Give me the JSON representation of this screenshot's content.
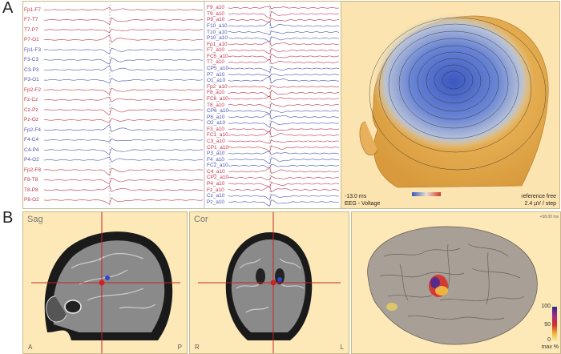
{
  "panel_a": {
    "letter": "A",
    "left_channels": [
      "Fp1-F7",
      "F7-T7",
      "T7-P7",
      "P7-O1",
      "Fp1-F3",
      "F3-C3",
      "C3-P3",
      "P3-O1",
      "Fp2-F2",
      "Fz-Cz",
      "Cz-Pz",
      "Pz-Oz",
      "Fp2-F4",
      "F4-C4",
      "C4-P4",
      "P4-O2",
      "Fp2-F8",
      "F8-T8",
      "T8-P8",
      "P8-O2"
    ],
    "right_channels": [
      "F9_a10",
      "T9_a10",
      "P9_a10",
      "F10_a10",
      "T10_a10",
      "P10_a10",
      "Fp1_a10",
      "F7_a10",
      "FC5_a10",
      "T7_a10",
      "CP5_a10",
      "P7_a10",
      "O1_a10",
      "Fp2_a10",
      "F8_a10",
      "FC6_a10",
      "T8_a10",
      "CP6_a10",
      "P8_a10",
      "O2_a10",
      "F3_a10",
      "FC1_a10",
      "C3_a10",
      "CP1_a10",
      "P3_a10",
      "F4_a10",
      "FC2_a10",
      "C4_a10",
      "CP2_a10",
      "P4_a10",
      "Fz_a10",
      "Cz_a10",
      "Pz_a10"
    ],
    "topo": {
      "time": "-13.0 ms",
      "mode": "EEG - Voltage",
      "reference": "reference free",
      "step": "2.4 µV / step"
    }
  },
  "panel_b": {
    "letter": "B",
    "sagittal": {
      "title": "Sag",
      "left": "A",
      "right": "P"
    },
    "coronal": {
      "title": "Cor",
      "left": "R",
      "right": "L"
    },
    "surface": {
      "top_right": "+58.00 ms",
      "cbar_ticks": [
        "100",
        "50",
        "0"
      ],
      "cbar_unit": "max %"
    }
  },
  "colors": {
    "red_trace": "#c0354a",
    "blue_trace": "#4a55b0",
    "panel_bg": "#fde9b8",
    "crosshair": "#cc2222"
  }
}
